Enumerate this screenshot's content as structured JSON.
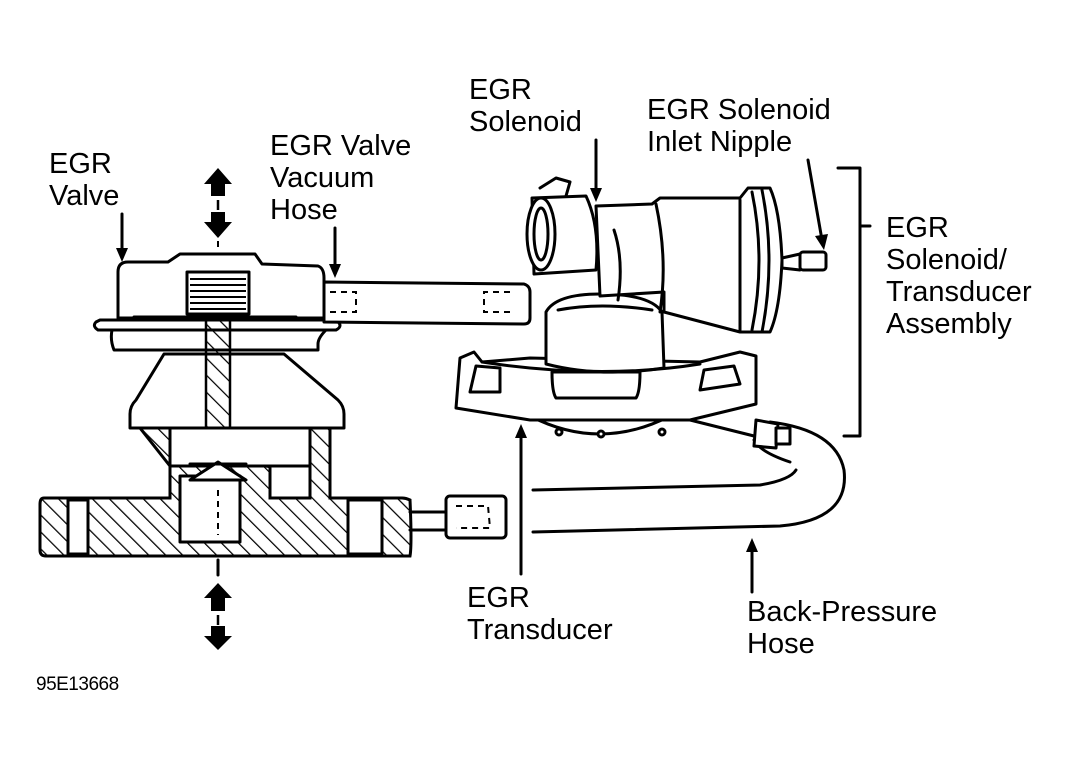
{
  "figure": {
    "reference_id": "95E13668",
    "labels": {
      "egr_valve": [
        "EGR",
        "Valve"
      ],
      "egr_valve_vacuum_hose": [
        "EGR Valve",
        "Vacuum",
        "Hose"
      ],
      "egr_solenoid": [
        "EGR",
        "Solenoid"
      ],
      "egr_solenoid_inlet_nipple": [
        "EGR Solenoid",
        "Inlet Nipple"
      ],
      "egr_solenoid_transducer_assembly": [
        "EGR",
        "Solenoid/",
        "Transducer",
        "Assembly"
      ],
      "egr_transducer": [
        "EGR",
        "Transducer"
      ],
      "back_pressure_hose": [
        "Back-Pressure",
        "Hose"
      ]
    }
  }
}
